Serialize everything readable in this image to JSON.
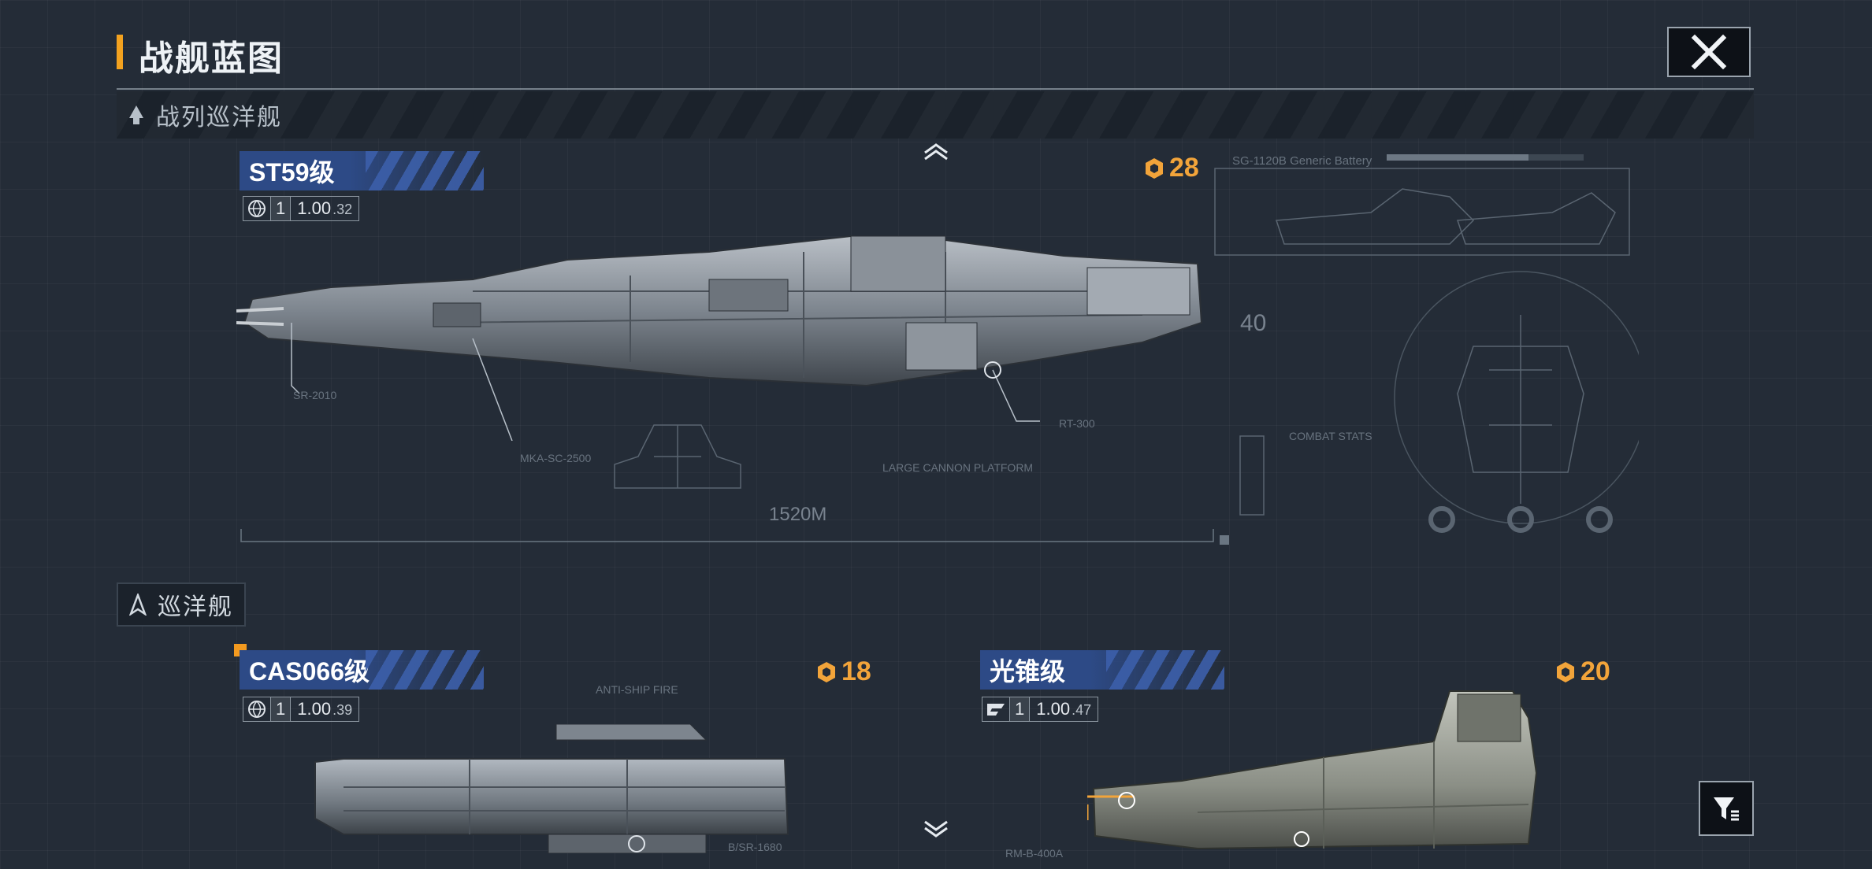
{
  "header": {
    "title": "战舰蓝图"
  },
  "sections": {
    "battlecruiser": {
      "label": "战列巡洋舰"
    },
    "cruiser": {
      "label": "巡洋舰"
    }
  },
  "ships": [
    {
      "name": "ST59级",
      "level": "1",
      "value_main": "1.00",
      "value_sub": ".32",
      "cost": "28",
      "faction_icon": "globe-icon",
      "callouts": [
        "SR-2010",
        "MKA-SC-2500",
        "RT-300"
      ],
      "length_label": "1520M"
    },
    {
      "name": "CAS066级",
      "level": "1",
      "value_main": "1.00",
      "value_sub": ".39",
      "cost": "18",
      "faction_icon": "globe-icon",
      "callouts": [
        "B/SR-1680"
      ]
    },
    {
      "name": "光锥级",
      "level": "1",
      "value_main": "1.00",
      "value_sub": ".47",
      "cost": "20",
      "faction_icon": "faction-logo-icon",
      "callouts": [
        "RM-B-400A"
      ]
    }
  ],
  "blueprint_labels": {
    "battery": "SG-1120B Generic Battery",
    "scale_number": "40",
    "cannon": "LARGE CANNON PLATFORM",
    "combat_stats": "COMBAT STATS",
    "anti_ship": "ANTI-SHIP FIRE"
  },
  "colors": {
    "accent": "#f3a21f",
    "cost": "#f2a43a",
    "name_bar": "#2d4a86",
    "background": "#242c37"
  }
}
